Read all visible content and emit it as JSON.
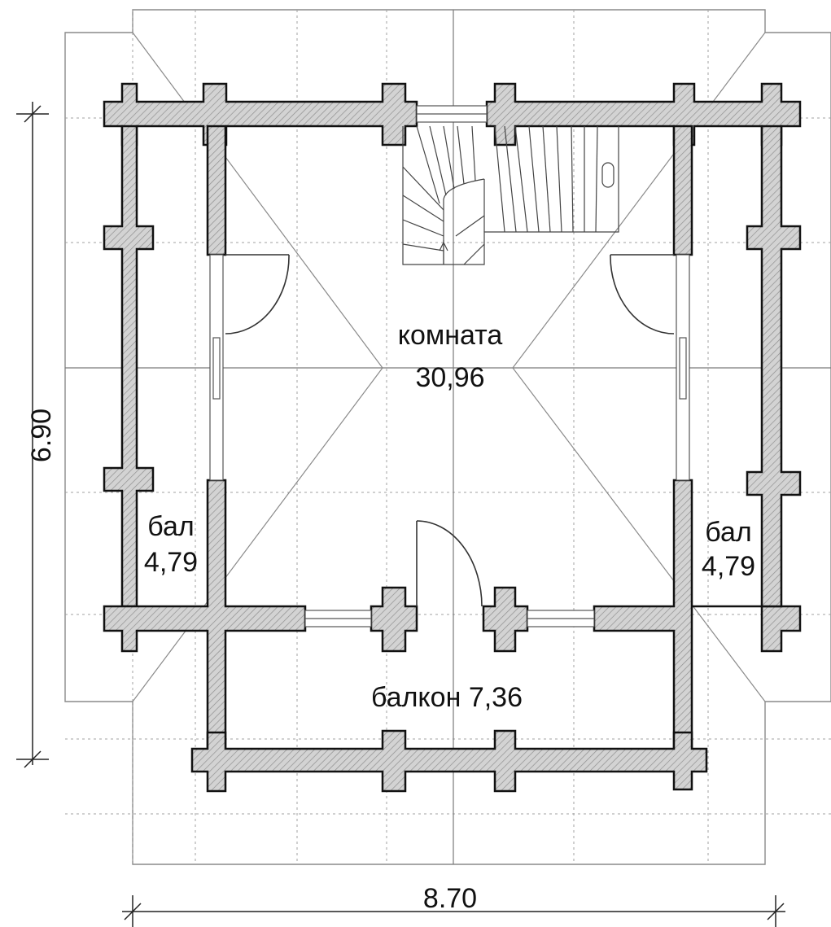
{
  "rooms": {
    "main": {
      "name": "комната",
      "area": "30,96"
    },
    "bal_left": {
      "name": "бал",
      "area": "4,79"
    },
    "bal_right": {
      "name": "бал",
      "area": "4,79"
    },
    "balcony": {
      "label": "балкон 7,36"
    }
  },
  "dimensions": {
    "height": "6.90",
    "width": "8.70"
  },
  "colors": {
    "wall_fill": "#cfcfcf",
    "wall_stroke": "#111111",
    "grid": "#9a9a9a",
    "roof_line": "#8a8a8a"
  }
}
